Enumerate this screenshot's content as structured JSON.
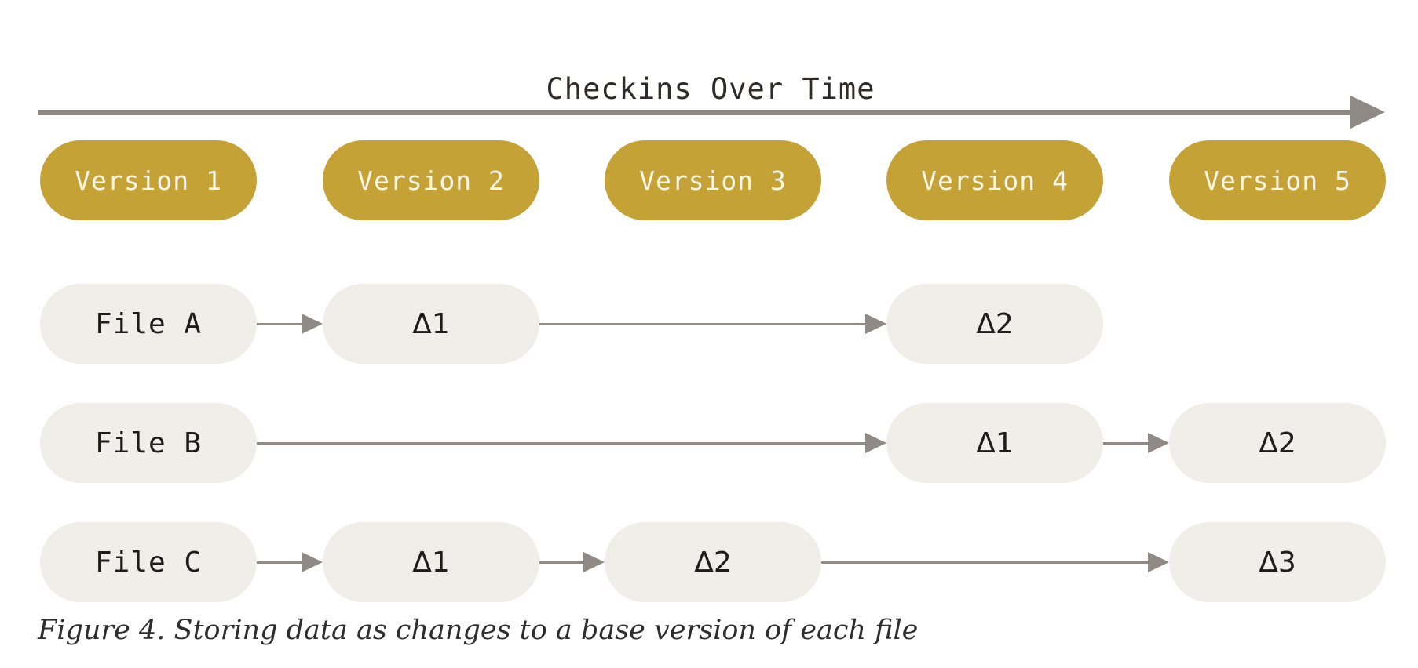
{
  "timeline": {
    "title": "Checkins Over Time"
  },
  "versions": [
    "Version 1",
    "Version 2",
    "Version 3",
    "Version 4",
    "Version 5"
  ],
  "files": [
    {
      "name": "File A",
      "deltas": [
        {
          "version": 2,
          "label": "Δ1"
        },
        {
          "version": 4,
          "label": "Δ2"
        }
      ]
    },
    {
      "name": "File B",
      "deltas": [
        {
          "version": 4,
          "label": "Δ1"
        },
        {
          "version": 5,
          "label": "Δ2"
        }
      ]
    },
    {
      "name": "File C",
      "deltas": [
        {
          "version": 2,
          "label": "Δ1"
        },
        {
          "version": 3,
          "label": "Δ2"
        },
        {
          "version": 5,
          "label": "Δ3"
        }
      ]
    }
  ],
  "caption": "Figure 4. Storing data as changes to a base version of each file",
  "colors": {
    "version_fill": "#c5a235",
    "version_text": "#fbf6e6",
    "file_fill": "#efeee8",
    "arrow": "#8f8a85",
    "text_dark": "#1f1c1a"
  }
}
